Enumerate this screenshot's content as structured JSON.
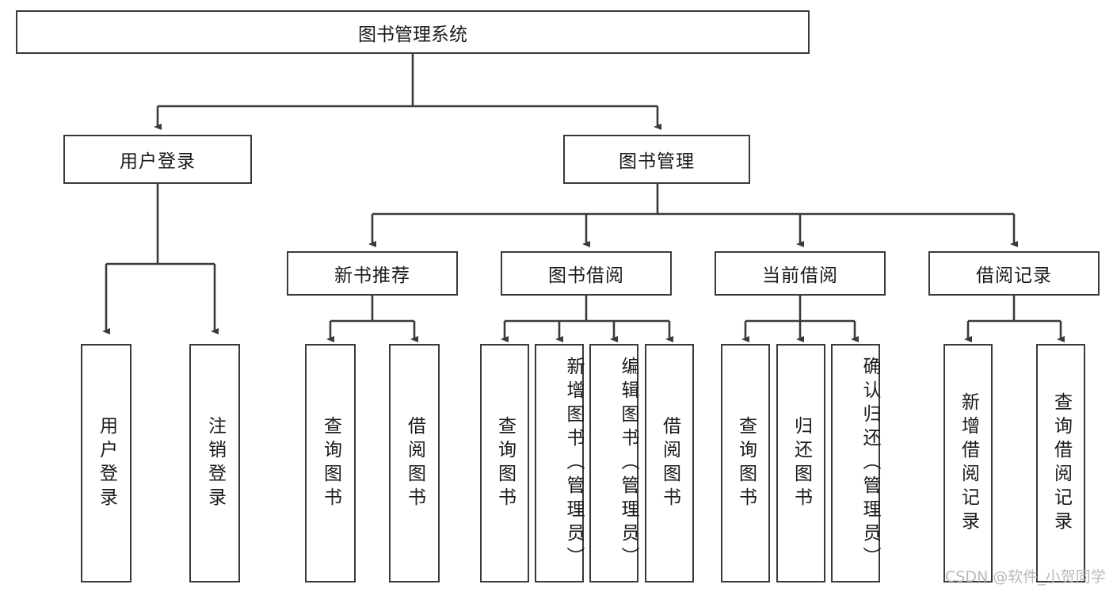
{
  "diagram": {
    "type": "tree-hierarchy",
    "title": "图书管理系统",
    "watermark": "CSDN @软件_小贺同学",
    "colors": {
      "box_border": "#3a3a3a",
      "box_fill": "#ffffff",
      "edge": "#3a3a3a",
      "text": "#1a1a1a",
      "watermark": "#b9b9b9"
    },
    "root": {
      "label": "图书管理系统"
    },
    "level1": [
      {
        "label": "用户登录"
      },
      {
        "label": "图书管理"
      }
    ],
    "level2": [
      {
        "label": "新书推荐"
      },
      {
        "label": "图书借阅"
      },
      {
        "label": "当前借阅"
      },
      {
        "label": "借阅记录"
      }
    ],
    "leaves": {
      "user_login": [
        {
          "label": "用户登录"
        },
        {
          "label": "注销登录"
        }
      ],
      "new_book_recommend": [
        {
          "label": "查询图书"
        },
        {
          "label": "借阅图书"
        }
      ],
      "book_borrow": [
        {
          "label": "查询图书"
        },
        {
          "label": "新增图书（管理员）"
        },
        {
          "label": "编辑图书（管理员）"
        },
        {
          "label": "借阅图书"
        }
      ],
      "current_borrow": [
        {
          "label": "查询图书"
        },
        {
          "label": "归还图书"
        },
        {
          "label": "确认归还（管理员）"
        }
      ],
      "borrow_record": [
        {
          "label": "新增借阅记录"
        },
        {
          "label": "查询借阅记录"
        }
      ]
    }
  }
}
